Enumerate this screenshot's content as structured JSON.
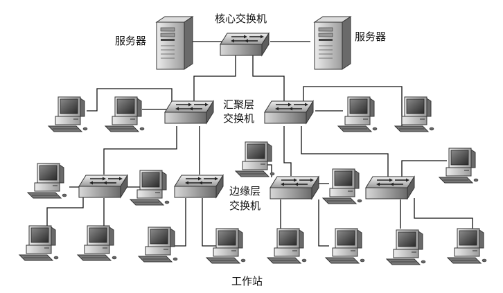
{
  "labels": {
    "core_switch": "核心交换机",
    "server_left": "服务器",
    "server_right": "服务器",
    "aggregation_line1": "汇聚层",
    "aggregation_line2": "交换机",
    "edge_line1": "边缘层",
    "edge_line2": "交换机",
    "workstations": "工作站"
  },
  "icons": {
    "server": "server-icon",
    "switch": "switch-icon",
    "workstation": "workstation-icon"
  },
  "colors": {
    "line": "#111111",
    "device_light": "#e6e6e6",
    "device_mid": "#a8a8a8",
    "device_dark": "#4a4a4a",
    "screen": "#5a5a5a"
  }
}
